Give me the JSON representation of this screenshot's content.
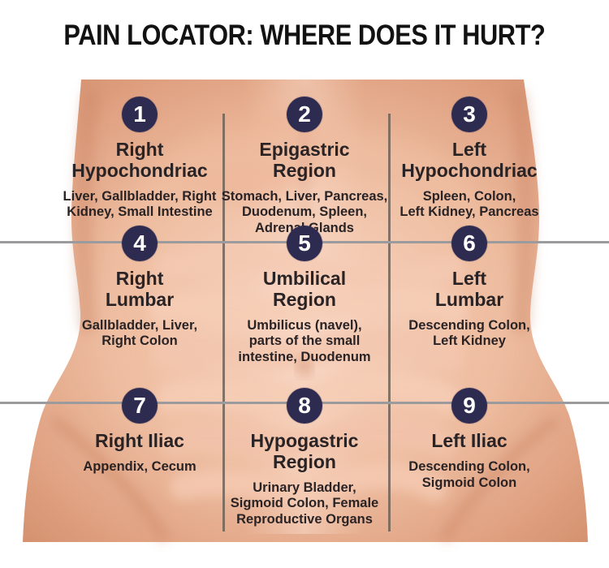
{
  "title": "PAIN LOCATOR: WHERE DOES IT HURT?",
  "colors": {
    "badge": "#2e2b50",
    "badge_text": "#ffffff",
    "text": "#292325",
    "horizontal_line": "#9b9b9d",
    "vertical_line": "#6e6158",
    "skin_edge": "#d28e6c",
    "skin_mid": "#e9ae90",
    "skin_light": "#f8d5c2",
    "background": "#ffffff"
  },
  "regions": [
    {
      "number": "1",
      "title": "Right\nHypochondriac",
      "organs": "Liver, Gallbladder, Right\nKidney, Small Intestine"
    },
    {
      "number": "2",
      "title": "Epigastric\nRegion",
      "organs": "Stomach, Liver, Pancreas,\nDuodenum, Spleen,\nAdrenal Glands"
    },
    {
      "number": "3",
      "title": "Left\nHypochondriac",
      "organs": "Spleen, Colon,\nLeft Kidney, Pancreas"
    },
    {
      "number": "4",
      "title": "Right\nLumbar",
      "organs": "Gallbladder, Liver,\nRight Colon"
    },
    {
      "number": "5",
      "title": "Umbilical\nRegion",
      "organs": "Umbilicus (navel),\nparts of the small\nintestine, Duodenum"
    },
    {
      "number": "6",
      "title": "Left\nLumbar",
      "organs": "Descending Colon,\nLeft Kidney"
    },
    {
      "number": "7",
      "title": "Right Iliac",
      "organs": "Appendix, Cecum"
    },
    {
      "number": "8",
      "title": "Hypogastric\nRegion",
      "organs": "Urinary Bladder,\nSigmoid Colon, Female\nReproductive Organs"
    },
    {
      "number": "9",
      "title": "Left Iliac",
      "organs": "Descending Colon,\nSigmoid Colon"
    }
  ]
}
